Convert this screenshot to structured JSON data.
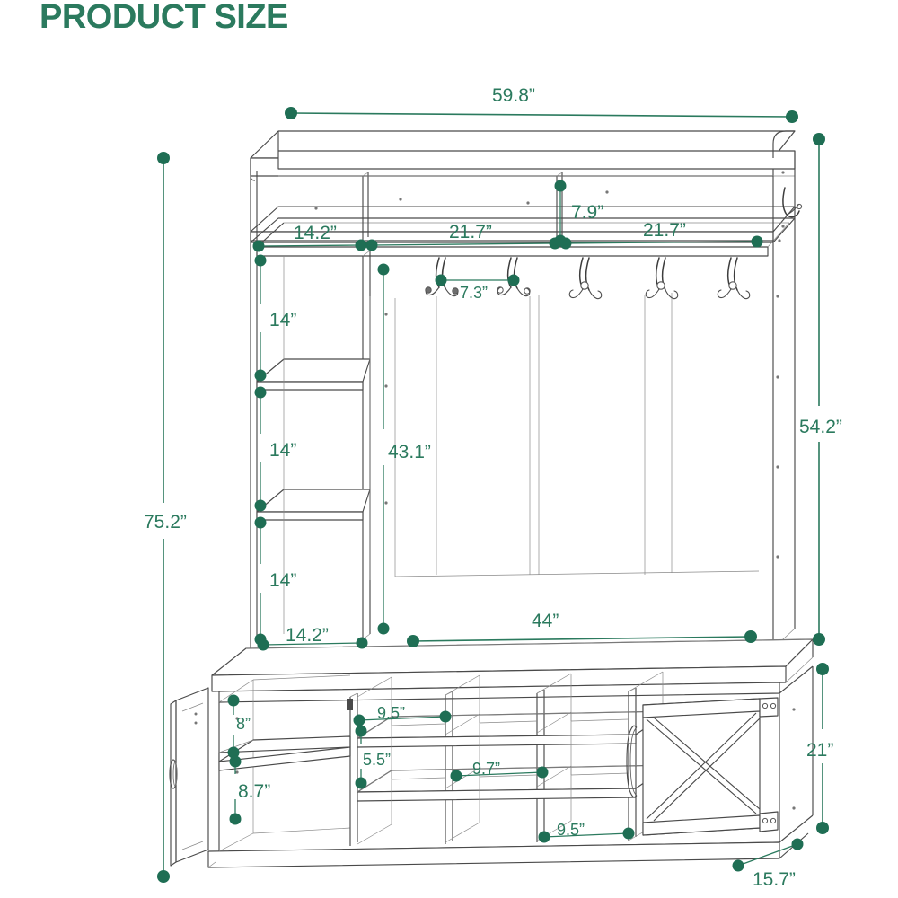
{
  "header": {
    "title": "PRODUCT SIZE"
  },
  "colors": {
    "accent_green": "#2b7a5e",
    "dot_green": "#1f6e54",
    "line_gray": "#4a4a4a",
    "background": "#ffffff"
  },
  "product": {
    "type": "hall-tree-with-shoe-bench",
    "overall_width": "59.8”",
    "overall_height": "75.2”",
    "overall_depth": "15.7”"
  },
  "dimensions": {
    "overall_width": "59.8”",
    "overall_height": "75.2”",
    "overall_depth": "15.7”",
    "upper_back_height": "54.2”",
    "top_cubby_left_width": "14.2”",
    "top_cubby_mid_width": "21.7”",
    "top_cubby_right_width": "21.7”",
    "top_cubby_height": "7.9”",
    "hook_spacing": "7.3”",
    "left_shelf_1_height": "14”",
    "left_shelf_2_height": "14”",
    "left_shelf_3_height": "14”",
    "left_tower_width": "14.2”",
    "open_back_height": "43.1”",
    "bench_top_width": "44”",
    "cabinet_height": "21”",
    "cabinet_shelf_upper_height": "8”",
    "cabinet_shelf_lower_height": "8.7”",
    "cubby_width_top": "9.5”",
    "cubby_height_mid": "5.5”",
    "cubby_width_mid": "9.7”",
    "cubby_width_bottom": "9.5”"
  },
  "labels": {
    "width_59_8": "59.8”",
    "height_75_2": "75.2”",
    "height_54_2": "54.2”",
    "depth_15_7": "15.7”",
    "w_14_2_top": "14.2”",
    "w_21_7_a": "21.7”",
    "w_21_7_b": "21.7”",
    "h_7_9": "7.9”",
    "h_14_a": "14”",
    "h_14_b": "14”",
    "h_14_c": "14”",
    "h_43_1": "43.1”",
    "w_7_3": "7.3”",
    "w_14_2_bottom": "14.2”",
    "w_44": "44”",
    "h_21": "21”",
    "h_8": "8”",
    "h_8_7": "8.7”",
    "w_9_5_top": "9.5”",
    "h_5_5": "5.5”",
    "w_9_7": "9.7”",
    "w_9_5_bottom": "9.5”"
  },
  "icons": {
    "coat_hook": "coat-hook-icon",
    "side_hook": "side-j-hook-icon",
    "door_handle": "door-handle-icon",
    "barn_door_x": "barn-door-x-brace-icon"
  }
}
